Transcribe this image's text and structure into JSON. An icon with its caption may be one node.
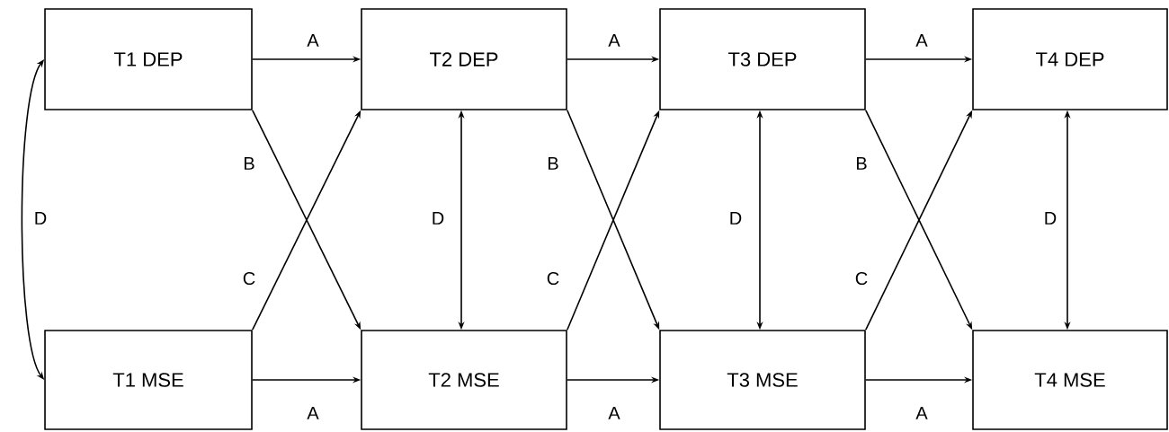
{
  "diagram": {
    "nodes": [
      {
        "text": [
          "T1 DEP"
        ]
      },
      {
        "text": [
          "T2 DEP"
        ]
      },
      {
        "text": [
          "T3 DEP"
        ]
      },
      {
        "text": [
          "T4 DEP"
        ]
      },
      {
        "text": [
          "T1 MSE"
        ]
      },
      {
        "text": [
          "T2 MSE"
        ]
      },
      {
        "text": [
          "T3 MSE"
        ]
      },
      {
        "text": [
          "T4 MSE"
        ]
      }
    ],
    "edges": [
      {
        "from": 0,
        "to": 1,
        "arrow": "to",
        "label": "A"
      },
      {
        "from": 1,
        "to": 2,
        "arrow": "to",
        "label": "A"
      },
      {
        "from": 2,
        "to": 3,
        "arrow": "to",
        "label": "A"
      },
      {
        "from": 4,
        "to": 5,
        "arrow": "to",
        "label": "A"
      },
      {
        "from": 5,
        "to": 6,
        "arrow": "to",
        "label": "A"
      },
      {
        "from": 6,
        "to": 7,
        "arrow": "to",
        "label": "A"
      },
      {
        "from": 0,
        "to": 5,
        "arrow": "to",
        "label": "B"
      },
      {
        "from": 1,
        "to": 6,
        "arrow": "to",
        "label": "B"
      },
      {
        "from": 2,
        "to": 7,
        "arrow": "to",
        "label": "B"
      },
      {
        "from": 4,
        "to": 1,
        "arrow": "to",
        "label": "C"
      },
      {
        "from": 5,
        "to": 2,
        "arrow": "to",
        "label": "C"
      },
      {
        "from": 6,
        "to": 3,
        "arrow": "to",
        "label": "C"
      },
      {
        "from": 0,
        "to": 4,
        "arrow": "both",
        "label": "D"
      },
      {
        "from": 1,
        "to": 5,
        "arrow": "both",
        "label": "D"
      },
      {
        "from": 2,
        "to": 6,
        "arrow": "both",
        "label": "D"
      },
      {
        "from": 3,
        "to": 7,
        "arrow": "both",
        "label": "D"
      }
    ]
  }
}
